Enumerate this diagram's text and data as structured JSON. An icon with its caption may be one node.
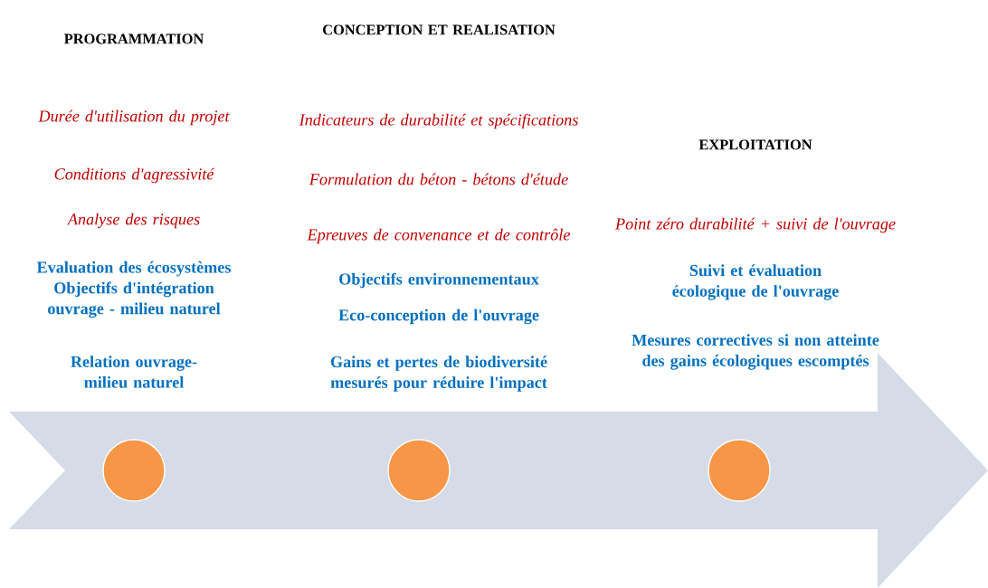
{
  "diagram": {
    "nodes": [
      {
        "text": [],
        "shape": "circle"
      },
      {
        "text": [],
        "shape": "circle"
      },
      {
        "text": [],
        "shape": "circle"
      }
    ],
    "labels": [
      "PROGRAMMATION",
      "Durée d'utilisation du projet",
      "Conditions d'agressivité",
      "Analyse des risques",
      "Evaluation des écosystèmes Objectifs d'intégration ouvrage - milieu naturel",
      "Relation ouvrage-milieu naturel",
      "CONCEPTION ET REALISATION",
      "Indicateurs de durabilité et spécifications",
      "Formulation du béton - bétons d'étude",
      "Epreuves de convenance et de contrôle",
      "Objectifs environnementaux",
      "Eco-conception de l'ouvrage",
      "Gains et pertes de biodiversité mesurés pour réduire l'impact",
      "EXPLOITATION",
      "Point zéro durabilité + suivi de l'ouvrage",
      "Suivi et évaluation écologique de l'ouvrage",
      "Mesures correctives si non atteinte des gains écologiques escomptés"
    ]
  }
}
